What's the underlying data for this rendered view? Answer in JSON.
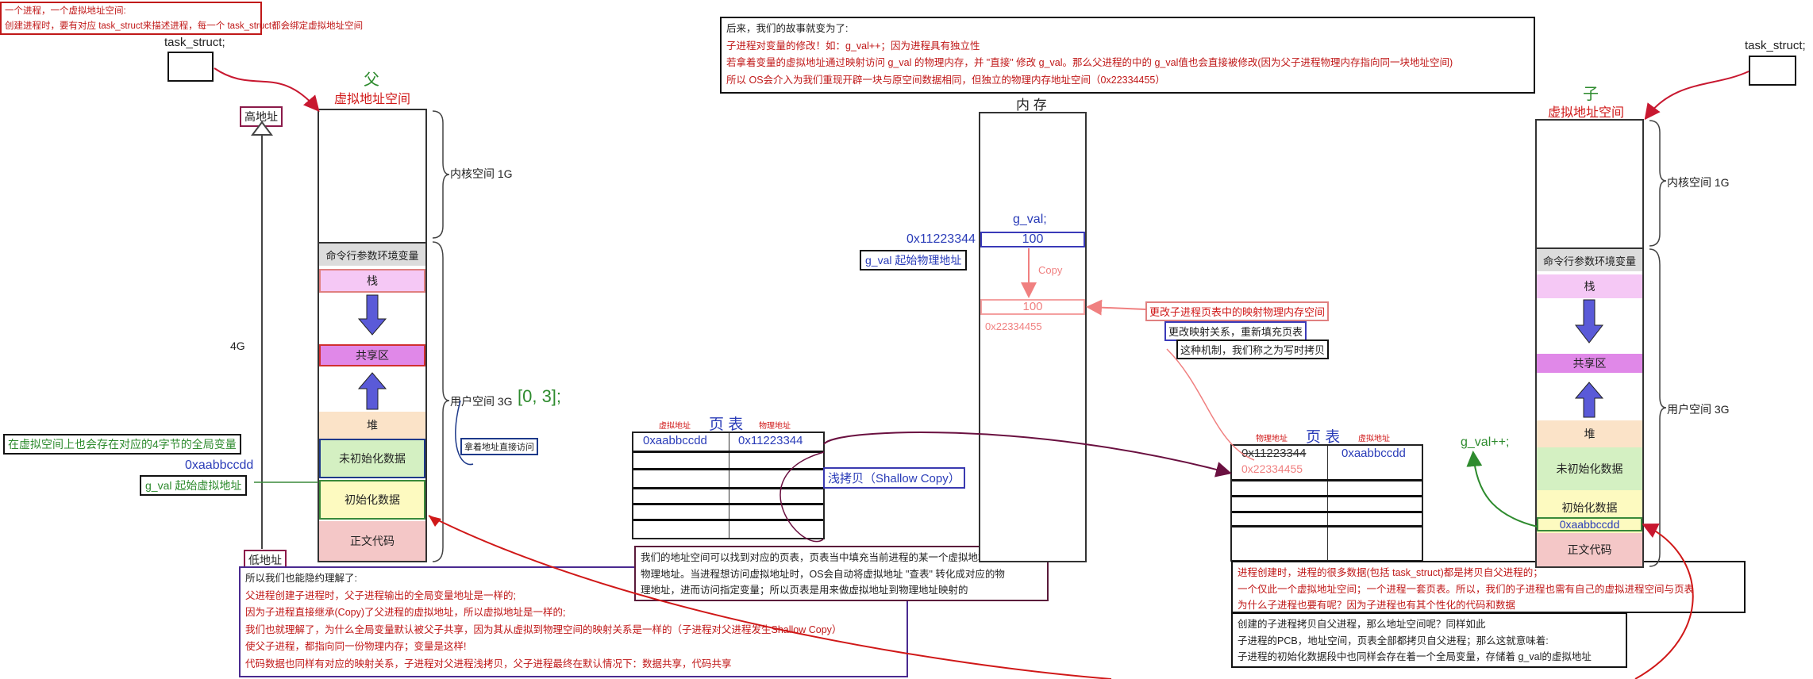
{
  "top_left_note": [
    "一个进程，一个虚拟地址空间:",
    "创建进程时，要有对应 task_struct来描述进程，每一个 task_struct都会绑定虚拟地址空间"
  ],
  "task_struct_left": "task_struct;",
  "task_struct_right": "task_struct;",
  "parent": {
    "marker": "父",
    "title": "虚拟地址空间",
    "high_addr": "高地址",
    "low_addr": "低地址",
    "size_4g": "4G",
    "kernel": "内核空间 1G",
    "user": "用户空间 3G",
    "range": "[0, 3];",
    "segments": {
      "cmd": "命令行参数环境变量",
      "stack": "栈",
      "shared": "共享区",
      "heap": "堆",
      "bss": "未初始化数据",
      "data": "初始化数据",
      "text": "正文代码"
    },
    "global_note": "在虚拟空间上也会存在对应的4字节的全局变量",
    "vaddr": "0xaabbccdd",
    "vaddr_label": "g_val 起始虚拟地址",
    "direct_access": "拿着地址直接访问"
  },
  "parent_explain": [
    "所以我们也能隐约理解了:",
    "父进程创建子进程时，父子进程输出的全局变量地址是一样的;",
    "因为子进程直接继承(Copy)了父进程的虚拟地址，所以虚拟地址是一样的;",
    "我们也就理解了，为什么全局变量默认被父子共享，因为其从虚拟到物理空间的映射关系是一样的（子进程对父进程发生Shallow Copy）",
    "使父子进程，都指向同一份物理内存；变量是这样!",
    "代码数据也同样有对应的映射关系，子进程对父进程浅拷贝，父子进程最终在默认情况下：数据共享，代码共享"
  ],
  "page_table_left": {
    "title": "页 表",
    "col_virtual": "虚拟地址",
    "col_physical": "物理地址",
    "vaddr": "0xaabbccdd",
    "paddr": "0x11223344",
    "shallow_copy": "浅拷贝（Shallow Copy）",
    "explain": [
      "我们的地址空间可以找到对应的页表，页表当中填充当前进程的某一个虚拟地址与",
      "物理地址。当进程想访问虚拟地址时，OS会自动将虚拟地址 \"查表\" 转化成对应的物",
      "理地址，进而访问指定变量；所以页表是用来做虚拟地址到物理地址映射的"
    ]
  },
  "story_note": [
    "后来，我们的故事就变为了:",
    "子进程对变量的修改！如：g_val++；因为进程具有独立性",
    "若拿着变量的虚拟地址通过映射访问 g_val 的物理内存，并 \"直接\" 修改 g_val。那么父进程的中的 g_val值也会直接被修改(因为父子进程物理内存指向同一块地址空间)",
    "所以 OS会介入为我们重现开辟一块与原空间数据相同，但独立的物理内存地址空间（0x22334455）"
  ],
  "memory": {
    "title": "内 存",
    "gval_label": "g_val;",
    "addr1": "0x11223344",
    "value1": "100",
    "paddr_label": "g_val 起始物理地址",
    "copy": "Copy",
    "value2": "100",
    "addr2": "0x22334455"
  },
  "cow_notes": {
    "change_mapping": "更改子进程页表中的映射物理内存空间",
    "refill": "更改映射关系，重新填充页表",
    "cow": "这种机制，我们称之为写时拷贝"
  },
  "page_table_right": {
    "title": "页 表",
    "col_physical": "物理地址",
    "col_virtual": "虚拟地址",
    "paddr_old": "0x11223344",
    "paddr_new": "0x22334455",
    "vaddr": "0xaabbccdd"
  },
  "child_explain_1": [
    "进程创建时，进程的很多数据(包括 task_struct)都是拷贝自父进程的；",
    "一个仅此一个虚拟地址空间；一个进程一套页表。所以，我们的子进程也需有自己的虚拟进程空间与页表",
    "为什么子进程也要有呢？因为子进程也有其个性化的代码和数据"
  ],
  "child_explain_2": [
    "创建的子进程拷贝自父进程，那么地址空间呢？同样如此",
    "子进程的PCB，地址空间，页表全部都拷贝自父进程；那么这就意味着:",
    "子进程的初始化数据段中也同样会存在着一个全局变量，存储着 g_val的虚拟地址"
  ],
  "child": {
    "marker": "子",
    "title": "虚拟地址空间",
    "kernel": "内核空间 1G",
    "user": "用户空间 3G",
    "gval_inc": "g_val++;",
    "vaddr": "0xaabbccdd",
    "segments": {
      "cmd": "命令行参数环境变量",
      "stack": "栈",
      "shared": "共享区",
      "heap": "堆",
      "bss": "未初始化数据",
      "data": "初始化数据",
      "text": "正文代码"
    }
  }
}
